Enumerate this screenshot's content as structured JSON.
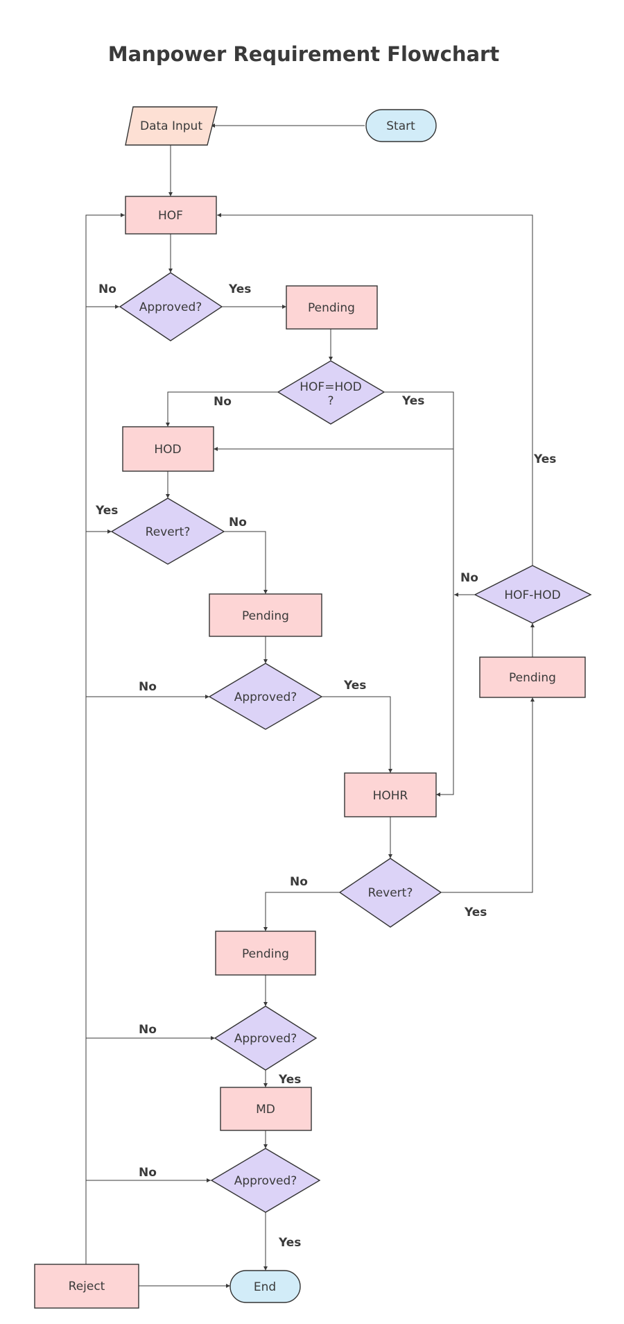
{
  "title": "Manpower Requirement Flowchart",
  "colors": {
    "process": "#fdd5d5",
    "decision": "#dcd3f7",
    "terminal": "#d2ecf8",
    "input": "#fde0d4",
    "stroke": "#333333",
    "text": "#3a3a3a"
  },
  "nodes": {
    "data_input": "Data Input",
    "start": "Start",
    "hof": "HOF",
    "approved_1": "Approved?",
    "pending_1": "Pending",
    "hof_hod_q_line1": "HOF=HOD",
    "hof_hod_q_line2": "?",
    "hod": "HOD",
    "revert_1": "Revert?",
    "pending_2": "Pending",
    "approved_2": "Approved?",
    "hof_hod": "HOF-HOD",
    "pending_3": "Pending",
    "hohr": "HOHR",
    "revert_2": "Revert?",
    "pending_4": "Pending",
    "approved_3": "Approved?",
    "md": "MD",
    "approved_4": "Approved?",
    "reject": "Reject",
    "end": "End"
  },
  "edge_labels": {
    "approved_1_no": "No",
    "approved_1_yes": "Yes",
    "hof_hod_q_no": "No",
    "hof_hod_q_yes": "Yes",
    "revert_1_yes": "Yes",
    "revert_1_no": "No",
    "approved_2_no": "No",
    "approved_2_yes": "Yes",
    "hof_hod_yes": "Yes",
    "hof_hod_no": "No",
    "revert_2_no": "No",
    "revert_2_yes": "Yes",
    "approved_3_no": "No",
    "approved_3_yes": "Yes",
    "approved_4_no": "No",
    "approved_4_yes": "Yes"
  }
}
